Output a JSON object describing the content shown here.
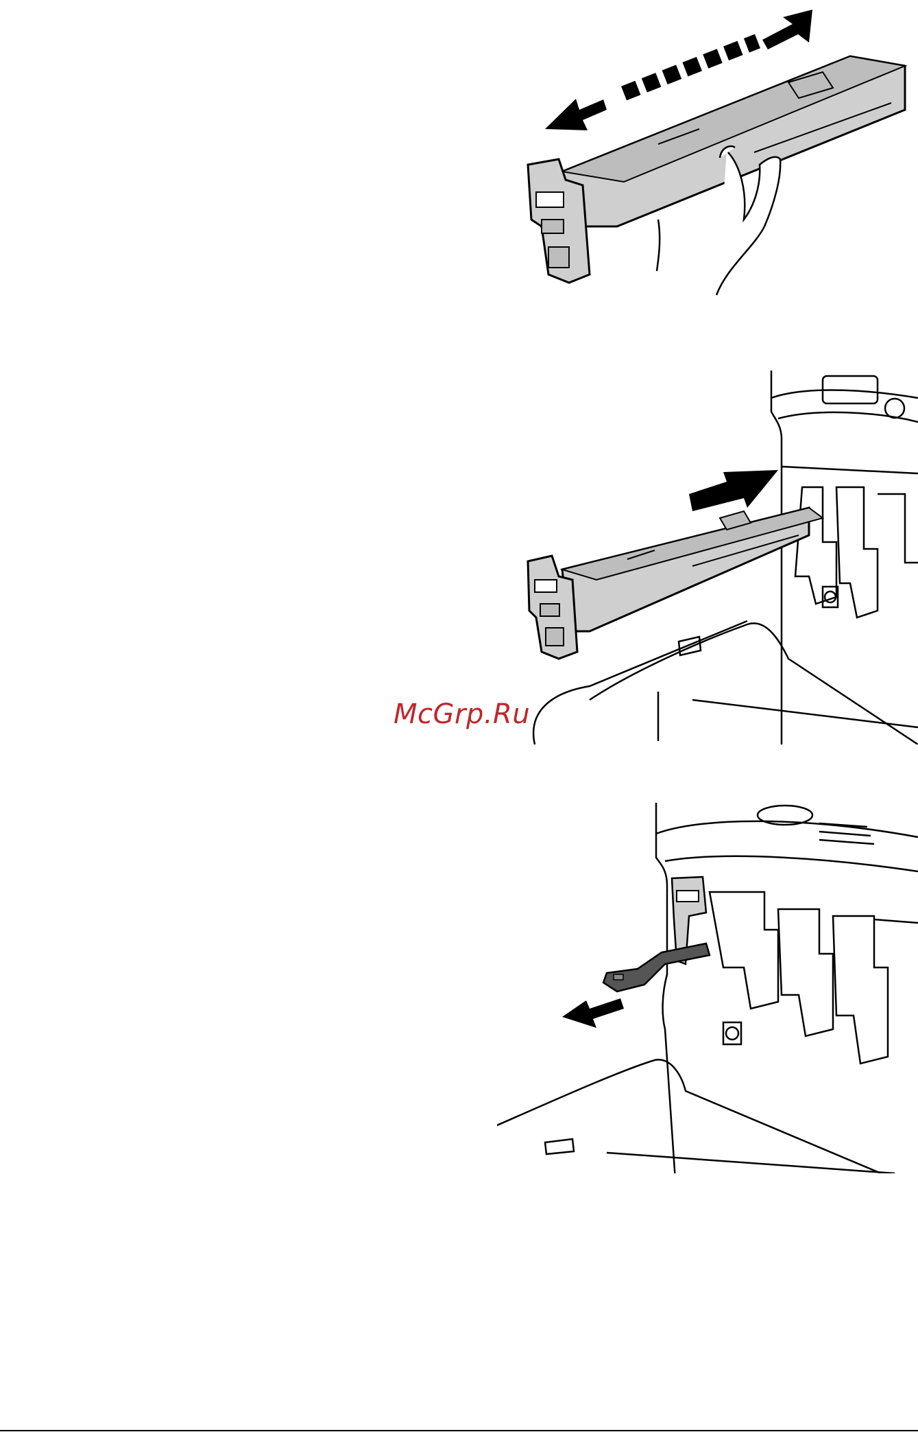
{
  "watermark": {
    "text": "McGrp.Ru",
    "color": "#c0272d"
  },
  "figures": [
    {
      "name": "toner-cartridge-shake",
      "icon": "double-arrow-icon"
    },
    {
      "name": "toner-cartridge-insert",
      "icon": "right-arrow-icon"
    },
    {
      "name": "cartridge-lever-pull",
      "icon": "left-arrow-icon"
    }
  ],
  "colors": {
    "line": "#000000",
    "cartridge": "#cfcfcf",
    "lever": "#555555"
  }
}
